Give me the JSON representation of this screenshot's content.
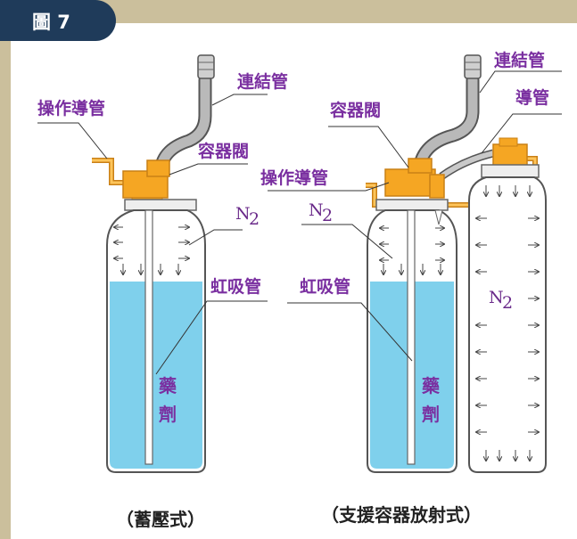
{
  "badge": {
    "text": "圖 7"
  },
  "left": {
    "labels": {
      "connecting_tube": "連結管",
      "operating_tube": "操作導管",
      "container_valve": "容器閥",
      "n2": "N",
      "n2_sub": "2",
      "siphon_tube": "虹吸管",
      "agent_1": "藥",
      "agent_2": "劑"
    },
    "caption": "（蓄壓式）"
  },
  "right": {
    "labels": {
      "connecting_tube": "連結管",
      "guide_tube": "導管",
      "container_valve": "容器閥",
      "operating_tube": "操作導管",
      "n2": "N",
      "n2_sub": "2",
      "siphon_tube": "虹吸管",
      "agent_1": "藥",
      "agent_2": "劑",
      "n2_bottle": "N",
      "n2_bottle_sub": "2"
    },
    "caption": "（支援容器放射式）"
  },
  "colors": {
    "liquid": "#7fd0ec",
    "valve": "#f5a623",
    "hose": "#9a9a9a",
    "label": "#7a2fa0",
    "badge_bg": "#1f3b5a",
    "frame": "#cbbf9c"
  },
  "icons": [
    "down-arrow-icon",
    "right-arrow-icon",
    "left-arrow-icon"
  ]
}
